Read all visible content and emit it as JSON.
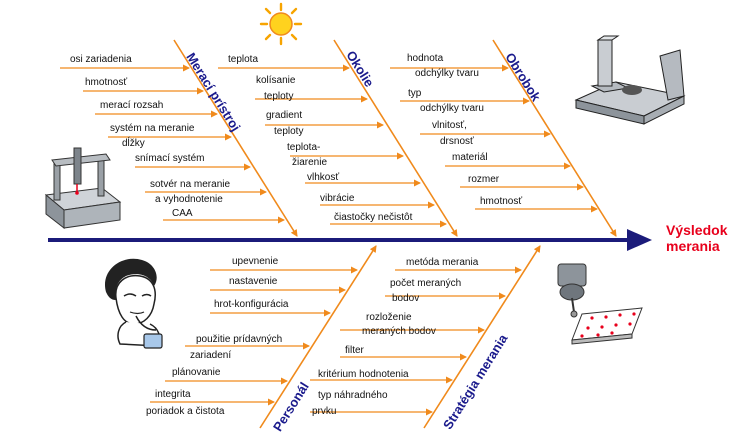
{
  "result": {
    "line1": "Výsledok",
    "line2": "merania"
  },
  "colors": {
    "spine": "#1b1b7a",
    "bone": "#f08a1c",
    "label": "#1a1a8c",
    "result": "#e8001c"
  },
  "categories": {
    "meraci": "Merací prístroj",
    "okolie": "Okolie",
    "obrobok": "Obrobok",
    "personal": "Personál",
    "strategia": "Stratégia merania"
  },
  "meraci": {
    "c1": "osi zariadenia",
    "c2": "hmotnosť",
    "c3": "merací rozsah",
    "c4a": "systém na meranie",
    "c4b": "dĺžky",
    "c5": "snímací systém",
    "c6a": "sotvér na meranie",
    "c6b": "a vyhodnotenie",
    "c6c": "CAA"
  },
  "okolie": {
    "c1": "teplota",
    "c2a": "kolísanie",
    "c2b": "teploty",
    "c3a": "gradient",
    "c3b": "teploty",
    "c4a": "teplota-",
    "c4b": "žiarenie",
    "c5": "vlhkosť",
    "c6": "vibrácie",
    "c7": "čiastočky nečistôt"
  },
  "obrobok": {
    "c1a": "hodnota",
    "c1b": "odchýlky tvaru",
    "c2a": "typ",
    "c2b": "odchýlky tvaru",
    "c3a": "vlnitosť,",
    "c3b": "drsnosť",
    "c4": "materiál",
    "c5": "rozmer",
    "c6": "hmotnosť"
  },
  "personal": {
    "c1": "upevnenie",
    "c2": "nastavenie",
    "c3": "hrot-konfigurácia",
    "c4a": "použitie prídavných",
    "c4b": "zariadení",
    "c5": "plánovanie",
    "c6": "integrita",
    "c7": "poriadok a čistota"
  },
  "strategia": {
    "c1": "metóda merania",
    "c2a": "počet meraných",
    "c2b": "bodov",
    "c3a": "rozloženie",
    "c3b": "meraných bodov",
    "c4": "filter",
    "c5": "kritérium hodnotenia",
    "c6a": "typ náhradného",
    "c6b": "prvku"
  },
  "icons": [
    "sun-icon",
    "cmm-machine-icon",
    "workpiece-icon",
    "thinking-person-icon",
    "probe-icon"
  ]
}
